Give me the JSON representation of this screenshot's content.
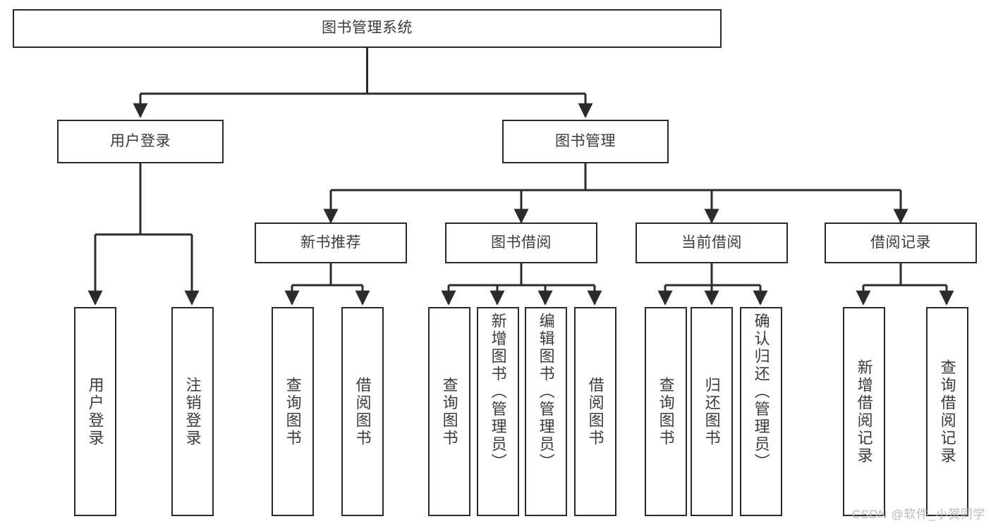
{
  "diagram": {
    "title": "图书管理系统",
    "type": "hierarchy-tree",
    "watermark": "CSDN @软件_小贺同学",
    "colors": {
      "box_border": "#2b2b2b",
      "box_fill": "#ffffff",
      "text": "#3b3b3b",
      "connector": "#2b2b2b",
      "watermark": "#b9b9b9"
    },
    "nodes": {
      "root": {
        "label": "图书管理系统"
      },
      "level2": [
        {
          "id": "user-login",
          "label": "用户登录"
        },
        {
          "id": "book-management",
          "label": "图书管理"
        }
      ],
      "level3": [
        {
          "id": "new-book-recommend",
          "label": "新书推荐"
        },
        {
          "id": "book-borrow",
          "label": "图书借阅"
        },
        {
          "id": "current-borrow",
          "label": "当前借阅"
        },
        {
          "id": "borrow-record",
          "label": "借阅记录"
        }
      ],
      "leaves": {
        "user_login": [
          {
            "id": "leaf-user-login",
            "label": "用户登录"
          },
          {
            "id": "leaf-logout-login",
            "label": "注销登录"
          }
        ],
        "new_book_recommend": [
          {
            "id": "leaf-query-book-1",
            "label": "查询图书"
          },
          {
            "id": "leaf-borrow-book-1",
            "label": "借阅图书"
          }
        ],
        "book_borrow": [
          {
            "id": "leaf-query-book-2",
            "label": "查询图书"
          },
          {
            "id": "leaf-add-book",
            "label": "新增图书（管理员）"
          },
          {
            "id": "leaf-edit-book",
            "label": "编辑图书（管理员）"
          },
          {
            "id": "leaf-borrow-book-2",
            "label": "借阅图书"
          }
        ],
        "current_borrow": [
          {
            "id": "leaf-query-book-3",
            "label": "查询图书"
          },
          {
            "id": "leaf-return-book",
            "label": "归还图书"
          },
          {
            "id": "leaf-confirm-return",
            "label": "确认归还（管理员）"
          }
        ],
        "borrow_record": [
          {
            "id": "leaf-add-record",
            "label": "新增借阅记录"
          },
          {
            "id": "leaf-query-record",
            "label": "查询借阅记录"
          }
        ]
      }
    }
  }
}
